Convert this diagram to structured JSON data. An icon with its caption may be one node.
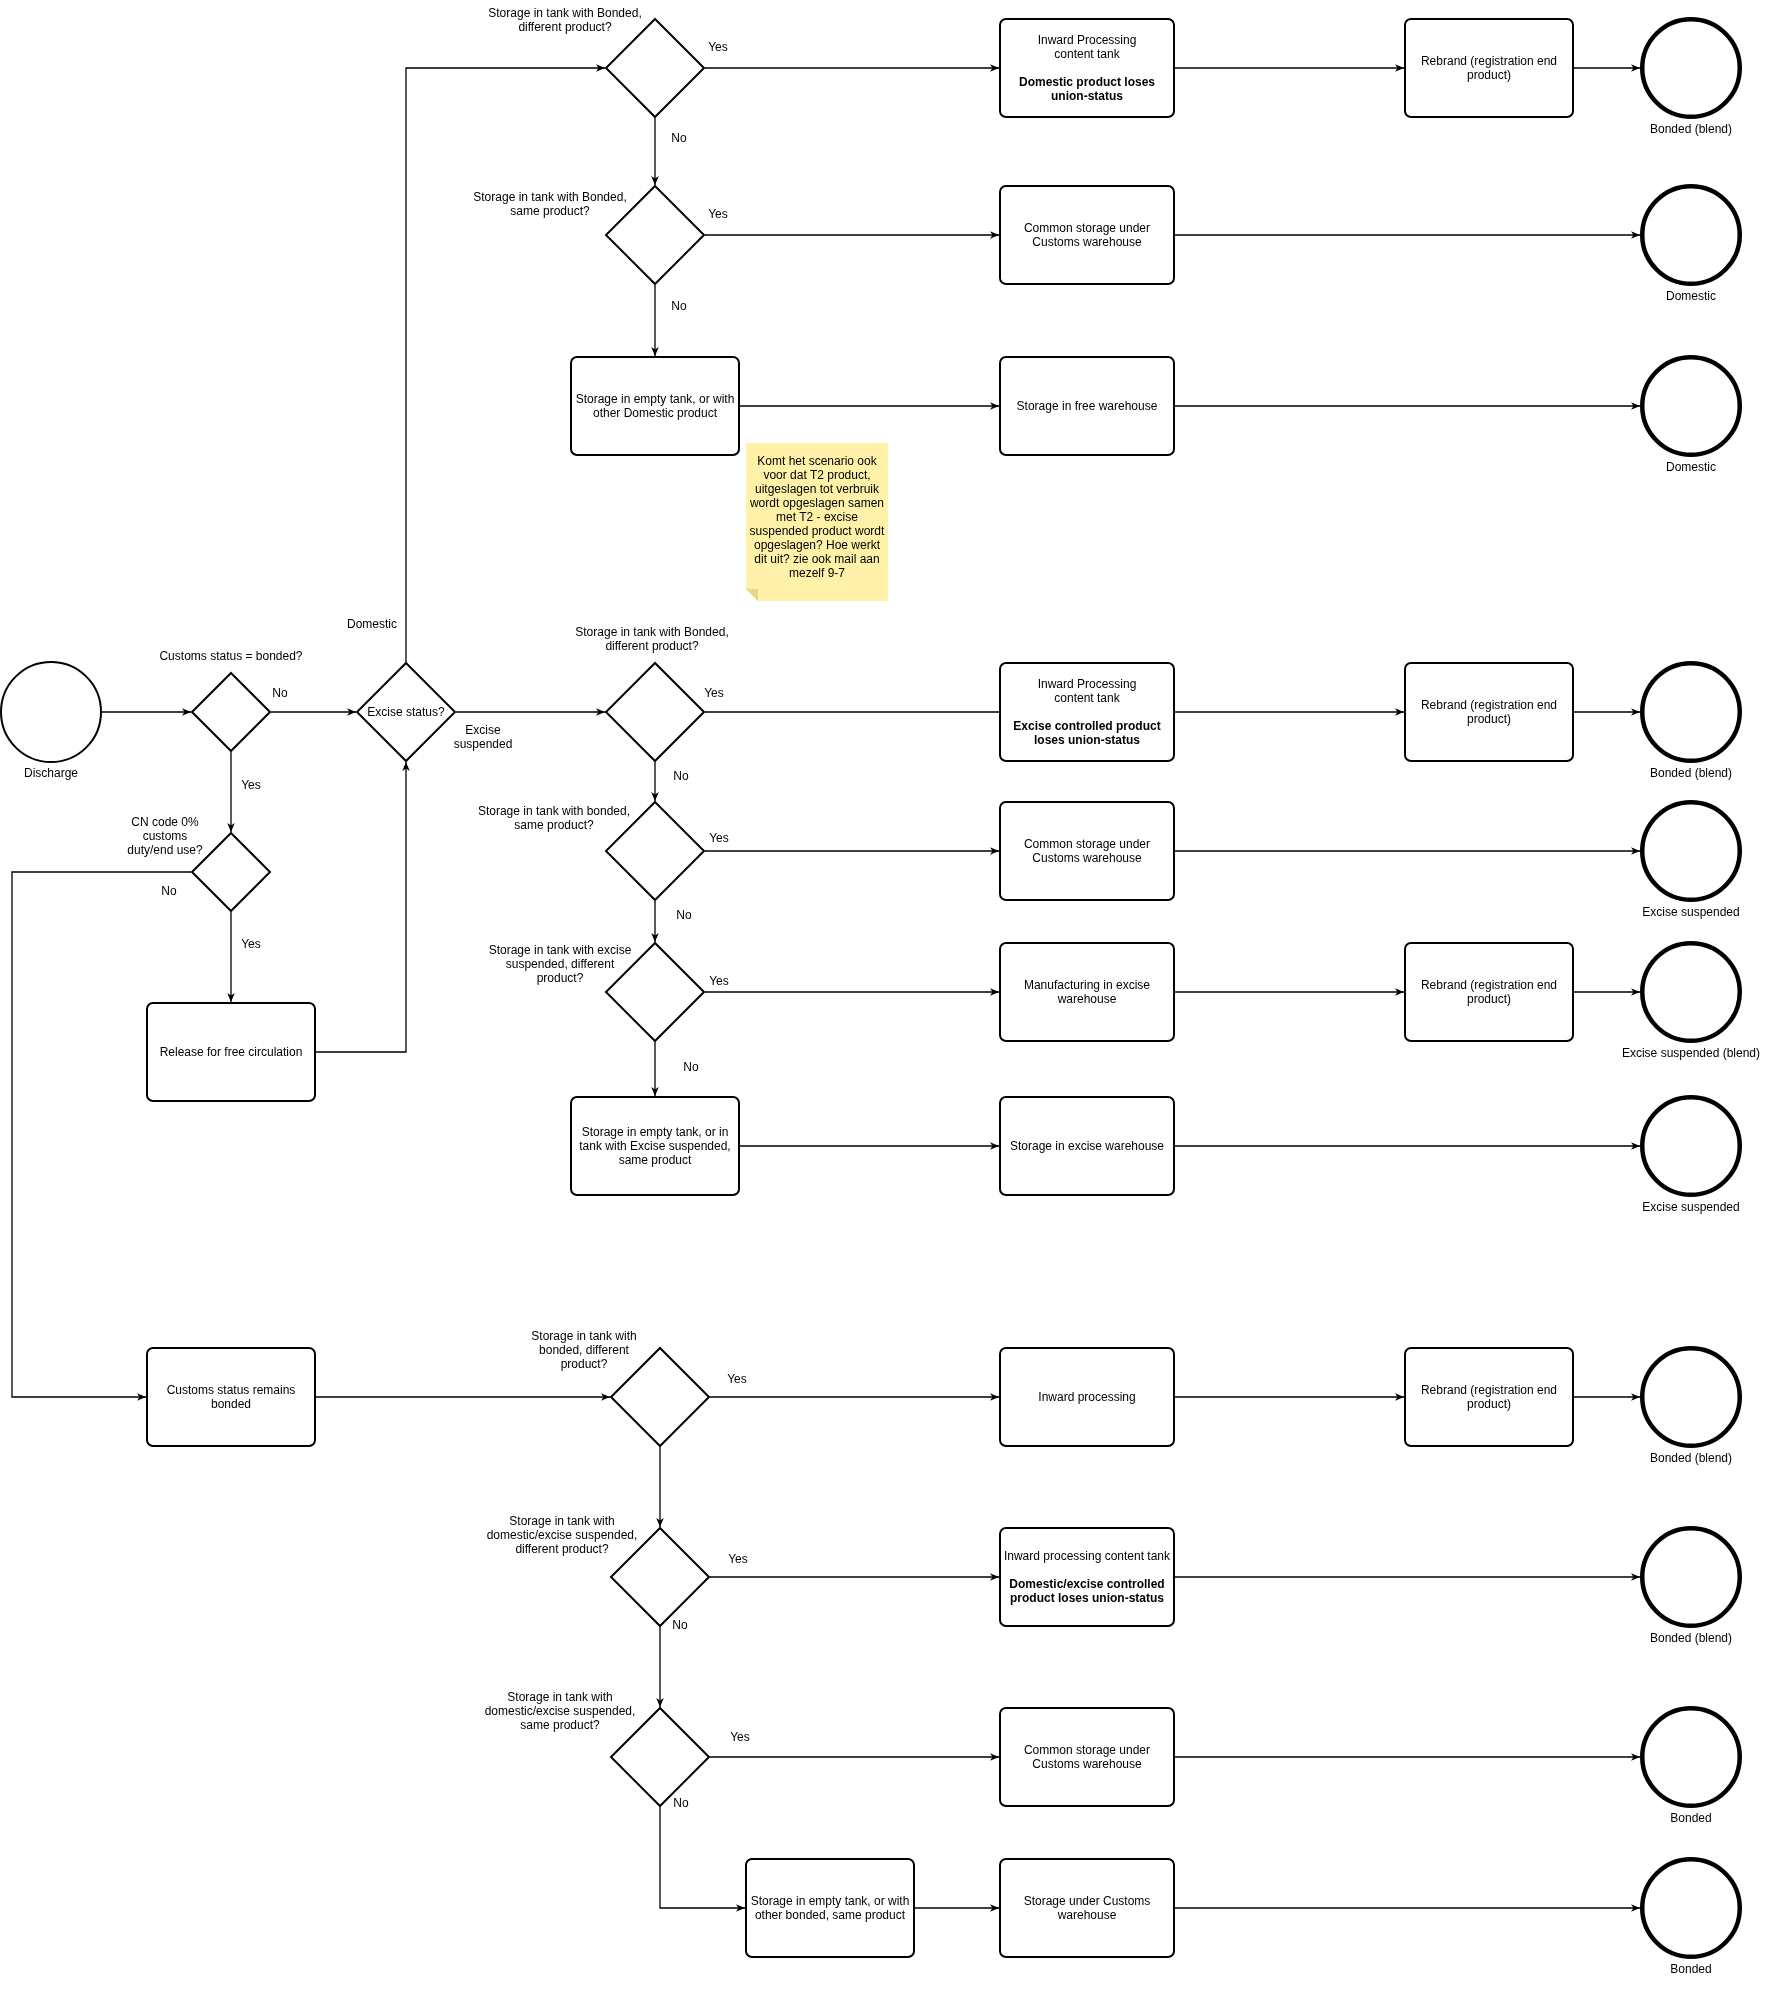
{
  "diagram": {
    "nodes": [
      {
        "text": [
          "Storage in tank with Bonded, different product?"
        ]
      },
      {
        "text": [
          "Inward Processing content tank",
          "Domestic product loses union-status"
        ]
      },
      {
        "text": [
          "Rebrand (registration end product)"
        ]
      },
      {
        "text": [],
        "shape": "circle",
        "beside": [
          "Bonded (blend)"
        ]
      },
      {
        "text": [
          "Storage in tank with Bonded, same product?"
        ]
      },
      {
        "text": [
          "Common storage under Customs warehouse"
        ]
      },
      {
        "text": [],
        "shape": "circle",
        "beside": [
          "Domestic"
        ]
      },
      {
        "text": [
          "Storage in empty tank, or with other Domestic product"
        ]
      },
      {
        "text": [
          "Storage in free warehouse"
        ]
      },
      {
        "text": [],
        "shape": "circle",
        "beside": [
          "Domestic"
        ]
      },
      {
        "text": [
          "Komt het scenario ook voor dat T2 product, uitgeslagen tot verbruik wordt opgeslagen samen met T2 - excise suspended product wordt opgeslagen? Hoe werkt dit uit? zie ook mail aan mezelf 9-7"
        ]
      },
      {
        "text": [],
        "shape": "circle",
        "beside": [
          "Discharge"
        ]
      },
      {
        "text": [
          "Customs status = bonded?"
        ]
      },
      {
        "text": [
          "Excise status?"
        ]
      },
      {
        "text": [
          "Storage in tank with Bonded, different product?"
        ]
      },
      {
        "text": [
          "Inward Processing content tank",
          "Excise controlled product loses union-status"
        ]
      },
      {
        "text": [
          "Rebrand (registration end product)"
        ]
      },
      {
        "text": [],
        "shape": "circle",
        "beside": [
          "Bonded (blend)"
        ]
      },
      {
        "text": [
          "CN code 0% customs duty/end use?"
        ]
      },
      {
        "text": [
          "Storage in tank with bonded, same product?"
        ]
      },
      {
        "text": [
          "Common storage under Customs warehouse"
        ]
      },
      {
        "text": [],
        "shape": "circle",
        "beside": [
          "Excise suspended"
        ]
      },
      {
        "text": [
          "Storage in tank with excise suspended, different product?"
        ]
      },
      {
        "text": [
          "Manufacturing in excise warehouse"
        ]
      },
      {
        "text": [
          "Rebrand (registration end product)"
        ]
      },
      {
        "text": [],
        "shape": "circle",
        "beside": [
          "Excise suspended (blend)"
        ]
      },
      {
        "text": [
          "Release for free circulation"
        ]
      },
      {
        "text": [
          "Storage in empty tank, or in tank with Excise suspended, same product"
        ]
      },
      {
        "text": [
          "Storage in excise warehouse"
        ]
      },
      {
        "text": [],
        "shape": "circle",
        "beside": [
          "Excise suspended"
        ]
      },
      {
        "text": [
          "Customs status remains bonded"
        ]
      },
      {
        "text": [
          "Storage in tank with bonded, different product?"
        ]
      },
      {
        "text": [
          "Inward processing"
        ]
      },
      {
        "text": [
          "Rebrand (registration end product)"
        ]
      },
      {
        "text": [],
        "shape": "circle",
        "beside": [
          "Bonded (blend)"
        ]
      },
      {
        "text": [
          "Storage in tank with domestic/excise suspended, different product?"
        ]
      },
      {
        "text": [
          "Inward processing content tank",
          "Domestic/excise controlled product loses union-status"
        ]
      },
      {
        "text": [],
        "shape": "circle",
        "beside": [
          "Bonded (blend)"
        ]
      },
      {
        "text": [
          "Storage in tank with domestic/excise suspended, same product?"
        ]
      },
      {
        "text": [
          "Common storage under Customs warehouse"
        ]
      },
      {
        "text": [],
        "shape": "circle",
        "beside": [
          "Bonded"
        ]
      },
      {
        "text": [
          "Storage in empty tank, or with other bonded, same product"
        ]
      },
      {
        "text": [
          "Storage under Customs warehouse"
        ]
      },
      {
        "text": [],
        "shape": "circle",
        "beside": [
          "Bonded"
        ]
      }
    ],
    "edges": [
      {
        "from": 11,
        "to": 12,
        "arrow": "to"
      },
      {
        "from": 12,
        "to": 13,
        "arrow": "to",
        "label": "No"
      },
      {
        "from": 12,
        "to": 18,
        "arrow": "to",
        "label": "Yes"
      },
      {
        "from": 18,
        "to": 26,
        "arrow": "to",
        "label": "Yes"
      },
      {
        "from": 18,
        "to": 30,
        "arrow": "to",
        "label": "No"
      },
      {
        "from": 26,
        "to": 13,
        "arrow": "to"
      },
      {
        "from": 13,
        "to": 0,
        "arrow": "to",
        "label": "Domestic"
      },
      {
        "from": 13,
        "to": 14,
        "arrow": "to",
        "label": "Excise suspended"
      },
      {
        "from": 0,
        "to": 1,
        "arrow": "to",
        "label": "Yes"
      },
      {
        "from": 0,
        "to": 4,
        "arrow": "to",
        "label": "No"
      },
      {
        "from": 1,
        "to": 2,
        "arrow": "to"
      },
      {
        "from": 2,
        "to": 3,
        "arrow": "to"
      },
      {
        "from": 4,
        "to": 5,
        "arrow": "to",
        "label": "Yes"
      },
      {
        "from": 4,
        "to": 7,
        "arrow": "to",
        "label": "No"
      },
      {
        "from": 5,
        "to": 6,
        "arrow": "to"
      },
      {
        "from": 7,
        "to": 8,
        "arrow": "to"
      },
      {
        "from": 8,
        "to": 9,
        "arrow": "to"
      },
      {
        "from": 14,
        "to": 15,
        "arrow": "none",
        "label": "Yes"
      },
      {
        "from": 15,
        "to": 16,
        "arrow": "to"
      },
      {
        "from": 16,
        "to": 17,
        "arrow": "to"
      },
      {
        "from": 14,
        "to": 19,
        "arrow": "to",
        "label": "No"
      },
      {
        "from": 19,
        "to": 20,
        "arrow": "to",
        "label": "Yes"
      },
      {
        "from": 20,
        "to": 21,
        "arrow": "to"
      },
      {
        "from": 19,
        "to": 22,
        "arrow": "to",
        "label": "No"
      },
      {
        "from": 22,
        "to": 23,
        "arrow": "to",
        "label": "Yes"
      },
      {
        "from": 23,
        "to": 24,
        "arrow": "to"
      },
      {
        "from": 24,
        "to": 25,
        "arrow": "to"
      },
      {
        "from": 22,
        "to": 27,
        "arrow": "to",
        "label": "No"
      },
      {
        "from": 27,
        "to": 28,
        "arrow": "to"
      },
      {
        "from": 28,
        "to": 29,
        "arrow": "to"
      },
      {
        "from": 30,
        "to": 31,
        "arrow": "to"
      },
      {
        "from": 31,
        "to": 32,
        "arrow": "to",
        "label": "Yes"
      },
      {
        "from": 32,
        "to": 33,
        "arrow": "to"
      },
      {
        "from": 33,
        "to": 34,
        "arrow": "to"
      },
      {
        "from": 31,
        "to": 35,
        "arrow": "to"
      },
      {
        "from": 35,
        "to": 36,
        "arrow": "to",
        "label": "Yes"
      },
      {
        "from": 36,
        "to": 37,
        "arrow": "to"
      },
      {
        "from": 35,
        "to": 38,
        "arrow": "to",
        "label": "No"
      },
      {
        "from": 38,
        "to": 39,
        "arrow": "to",
        "label": "Yes"
      },
      {
        "from": 39,
        "to": 40,
        "arrow": "to"
      },
      {
        "from": 38,
        "to": 41,
        "arrow": "to",
        "label": "No"
      },
      {
        "from": 41,
        "to": 42,
        "arrow": "to"
      },
      {
        "from": 42,
        "to": 43,
        "arrow": "to"
      }
    ]
  }
}
